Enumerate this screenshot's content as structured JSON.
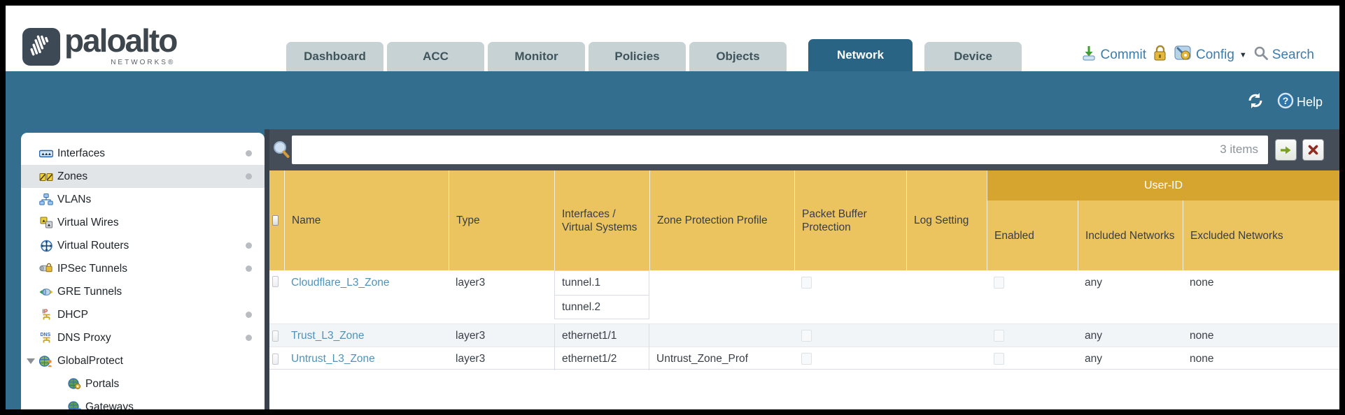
{
  "brand": {
    "wordmark": "paloalto",
    "sub": "NETWORKS®"
  },
  "tabs": [
    {
      "label": "Dashboard",
      "active": false
    },
    {
      "label": "ACC",
      "active": false
    },
    {
      "label": "Monitor",
      "active": false
    },
    {
      "label": "Policies",
      "active": false
    },
    {
      "label": "Objects",
      "active": false
    },
    {
      "label": "Network",
      "active": true
    },
    {
      "label": "Device",
      "active": false
    }
  ],
  "top_actions": {
    "commit": "Commit",
    "config": "Config",
    "search": "Search"
  },
  "band": {
    "help": "Help"
  },
  "sidebar": {
    "items": [
      {
        "label": "Interfaces",
        "icon": "interfaces-icon",
        "dot": true,
        "selected": false,
        "indent": false,
        "expander": false
      },
      {
        "label": "Zones",
        "icon": "zones-icon",
        "dot": true,
        "selected": true,
        "indent": false,
        "expander": false
      },
      {
        "label": "VLANs",
        "icon": "vlans-icon",
        "dot": false,
        "selected": false,
        "indent": false,
        "expander": false
      },
      {
        "label": "Virtual Wires",
        "icon": "virtual-wires-icon",
        "dot": false,
        "selected": false,
        "indent": false,
        "expander": false
      },
      {
        "label": "Virtual Routers",
        "icon": "virtual-routers-icon",
        "dot": true,
        "selected": false,
        "indent": false,
        "expander": false
      },
      {
        "label": "IPSec Tunnels",
        "icon": "ipsec-tunnels-icon",
        "dot": true,
        "selected": false,
        "indent": false,
        "expander": false
      },
      {
        "label": "GRE Tunnels",
        "icon": "gre-tunnels-icon",
        "dot": false,
        "selected": false,
        "indent": false,
        "expander": false
      },
      {
        "label": "DHCP",
        "icon": "dhcp-icon",
        "dot": true,
        "selected": false,
        "indent": false,
        "expander": false
      },
      {
        "label": "DNS Proxy",
        "icon": "dns-proxy-icon",
        "dot": true,
        "selected": false,
        "indent": false,
        "expander": false
      },
      {
        "label": "GlobalProtect",
        "icon": "globalprotect-icon",
        "dot": false,
        "selected": false,
        "indent": false,
        "expander": true
      },
      {
        "label": "Portals",
        "icon": "portals-icon",
        "dot": false,
        "selected": false,
        "indent": true,
        "expander": false
      },
      {
        "label": "Gateways",
        "icon": "gateways-icon",
        "dot": false,
        "selected": false,
        "indent": true,
        "expander": false
      }
    ]
  },
  "filter": {
    "value": "",
    "count_label": "3 items"
  },
  "table": {
    "group_label": "User-ID",
    "columns": [
      {
        "id": "select",
        "label": "",
        "type": "checkbox"
      },
      {
        "id": "name",
        "label": "Name"
      },
      {
        "id": "type",
        "label": "Type"
      },
      {
        "id": "interfaces",
        "label": "Interfaces / Virtual Systems"
      },
      {
        "id": "zone_protection_profile",
        "label": "Zone Protection Profile"
      },
      {
        "id": "packet_buffer_protection",
        "label": "Packet Buffer Protection"
      },
      {
        "id": "log_setting",
        "label": "Log Setting"
      },
      {
        "id": "enabled",
        "label": "Enabled",
        "group": "User-ID"
      },
      {
        "id": "included_networks",
        "label": "Included Networks",
        "group": "User-ID"
      },
      {
        "id": "excluded_networks",
        "label": "Excluded Networks",
        "group": "User-ID"
      }
    ],
    "rows": [
      {
        "name": "Cloudflare_L3_Zone",
        "type": "layer3",
        "interfaces": [
          "tunnel.1",
          "tunnel.2"
        ],
        "zone_protection_profile": "",
        "packet_buffer_protection": false,
        "log_setting": "",
        "enabled": false,
        "included_networks": "any",
        "excluded_networks": "none"
      },
      {
        "name": "Trust_L3_Zone",
        "type": "layer3",
        "interfaces": [
          "ethernet1/1"
        ],
        "zone_protection_profile": "",
        "packet_buffer_protection": false,
        "log_setting": "",
        "enabled": false,
        "included_networks": "any",
        "excluded_networks": "none"
      },
      {
        "name": "Untrust_L3_Zone",
        "type": "layer3",
        "interfaces": [
          "ethernet1/2"
        ],
        "zone_protection_profile": "Untrust_Zone_Prof",
        "packet_buffer_protection": false,
        "log_setting": "",
        "enabled": false,
        "included_networks": "any",
        "excluded_networks": "none"
      }
    ]
  },
  "colors": {
    "teal": "#336e8e",
    "slate": "#454e58",
    "header_gold": "#ecc45f",
    "user_id_gold": "#d6a52f",
    "link_blue": "#4e93ba",
    "tab_gray": "#c7d2d4",
    "active_tab": "#2a6484",
    "action_blue": "#3c7cab"
  }
}
